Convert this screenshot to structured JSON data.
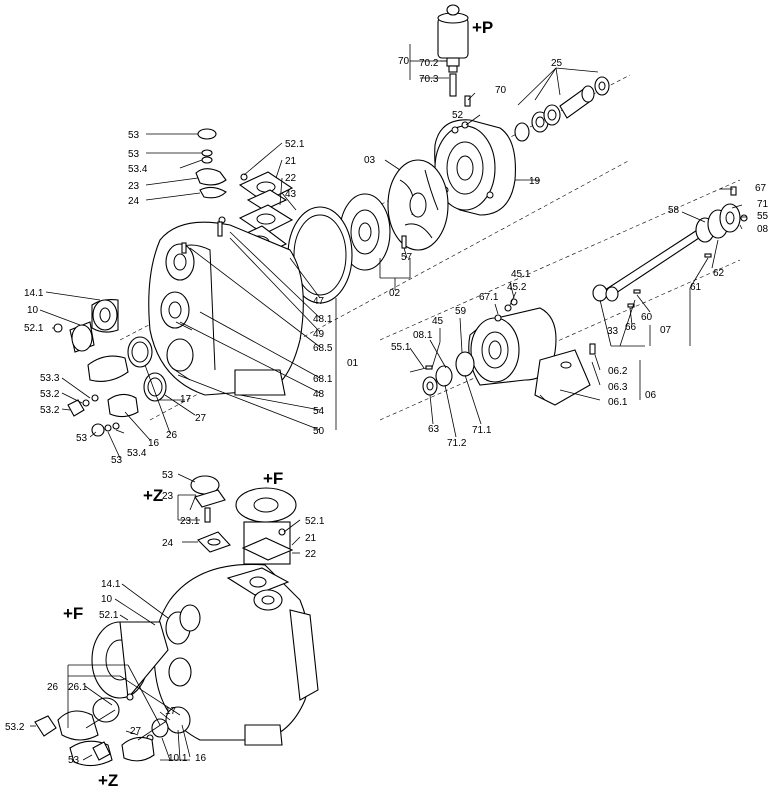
{
  "labels": {
    "p70": "70",
    "p70_2": "70.2",
    "p70_3": "70.3",
    "p70b": "70",
    "p52": "52",
    "p25": "25",
    "p03": "03",
    "p19": "19",
    "p53a": "53",
    "p53b": "53",
    "p53_4a": "53.4",
    "p23": "23",
    "p24": "24",
    "p52_1a": "52.1",
    "p21a": "21",
    "p22a": "22",
    "p43": "43",
    "p57": "57",
    "p02": "02",
    "p67": "67",
    "p58": "58",
    "p71": "71",
    "p55": "55",
    "p08": "08",
    "p45_1": "45.1",
    "p67_1": "67.1",
    "p45_2": "45.2",
    "p45": "45",
    "p59": "59",
    "p08_1": "08.1",
    "p55_1": "55.1",
    "p63": "63",
    "p71_2": "71.2",
    "p71_1": "71.1",
    "p33": "33",
    "p66": "66",
    "p60": "60",
    "p61": "61",
    "p62": "62",
    "p07": "07",
    "p06_2": "06.2",
    "p06_3": "06.3",
    "p06_1": "06.1",
    "p06": "06",
    "p14_1a": "14.1",
    "p10a": "10",
    "p52_1b": "52.1",
    "p53_3": "53.3",
    "p53_2a": "53.2",
    "p53_2b": "53.2",
    "p53c": "53",
    "p53d": "53",
    "p53_4b": "53.4",
    "p16a": "16",
    "p26a": "26",
    "p17a": "17",
    "p27a": "27",
    "p47": "47",
    "p48_1": "48.1",
    "p49": "49",
    "p68_5": "68.5",
    "p01": "01",
    "p68_1": "68.1",
    "p48": "48",
    "p54": "54",
    "p50": "50",
    "p53e": "53",
    "p23b": "23",
    "p23_1": "23.1",
    "p24b": "24",
    "p52_1c": "52.1",
    "p21b": "21",
    "p22b": "22",
    "p14_1b": "14.1",
    "p10b": "10",
    "p52_1d": "52.1",
    "p26b": "26",
    "p26_1": "26.1",
    "p17b": "17",
    "p27b": "27",
    "p10_1": "10.1",
    "p16b": "16",
    "p53_2c": "53.2",
    "p53f": "53"
  },
  "options": {
    "plus_p": "+P",
    "plus_z_top": "+Z",
    "plus_f_top": "+F",
    "plus_f_left": "+F",
    "plus_z_bottom": "+Z"
  }
}
